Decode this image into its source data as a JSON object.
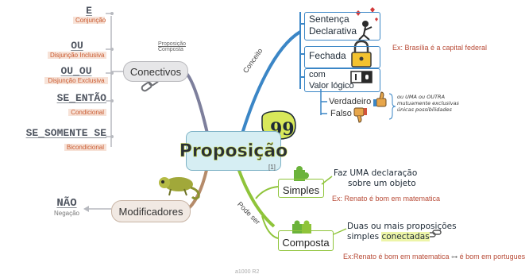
{
  "center": {
    "title": "Proposição",
    "badge": "[1]",
    "quote_icon": "quote-icon"
  },
  "connectives": {
    "node_label": "Conectivos",
    "relation_label_1": "Proposição",
    "relation_label_2": "Composta",
    "items": [
      {
        "word": "E",
        "meaning": "Conjunção"
      },
      {
        "word": "OU",
        "meaning": "Disjunção Inclusiva"
      },
      {
        "word": "OU_OU",
        "meaning": "Disjunção Exclusiva"
      },
      {
        "word": "SE_ENTÃO",
        "meaning": "Condicional"
      },
      {
        "word": "SE_SOMENTE SE",
        "meaning": "Bicondicional"
      }
    ]
  },
  "modifiers": {
    "node_label": "Modificadores",
    "item_word": "NÃO",
    "item_meaning": "Negação"
  },
  "concept": {
    "edge_label": "Conceito",
    "items": [
      {
        "line1": "Sentença",
        "line2": "Declarativa",
        "icon": "hearts-person-icon"
      },
      {
        "line1": "Fechada",
        "line2": "",
        "icon": "padlock-icon"
      },
      {
        "line1": "com",
        "line2": "Valor lógico",
        "icon": "switch-icon"
      }
    ],
    "example": "Ex: Brasília é a capital federal",
    "values": [
      {
        "label": "Verdadeiro",
        "icon": "thumbs-up-icon"
      },
      {
        "label": "Falso",
        "icon": "thumbs-down-icon"
      }
    ],
    "note_lines": [
      "ou UMA ou OUTRA",
      "mutuamente exclusivas",
      "únicas possibilidades"
    ]
  },
  "kinds": {
    "edge_label": "Pode ser",
    "simple": {
      "label": "Simples",
      "desc_line1": "Faz UMA declaração",
      "desc_line2": "sobre um objeto",
      "example": "Ex: Renato é bom em matematica"
    },
    "compound": {
      "label": "Composta",
      "desc_line1": "Duas ou mais proposições",
      "desc_line2a": "simples",
      "desc_line2b": "conectadas",
      "example_a": "Ex:Renato é bom em matematica",
      "example_b": "é bom em portugues"
    }
  },
  "footer": "a1000 R2",
  "colors": {
    "blue": "#3b86c6",
    "green": "#8fc43a",
    "gray": "#8c8f96",
    "brown": "#b58b6a",
    "red": "#b84b37"
  }
}
